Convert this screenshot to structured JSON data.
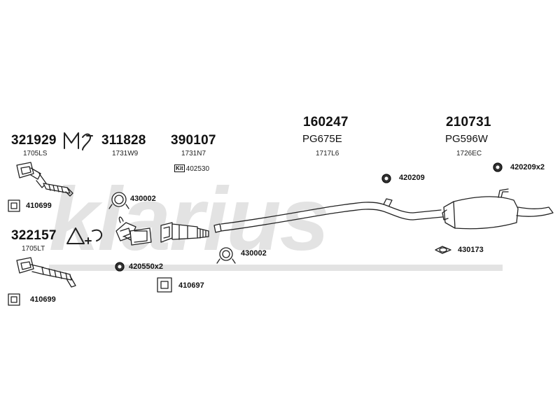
{
  "watermark": "klarius",
  "groups": [
    {
      "part": "321929",
      "code": "1705LS"
    },
    {
      "part": "311828",
      "code": "1731W9"
    },
    {
      "part": "390107",
      "code": "1731N7"
    },
    {
      "part": "160247",
      "code": "1717L6",
      "alt": "PG675E"
    },
    {
      "part": "210731",
      "code": "1726EC",
      "alt": "PG596W"
    },
    {
      "part": "322157",
      "code": "1705LT"
    }
  ],
  "fittings": {
    "kit_label": "Kit",
    "kit_code": "402530",
    "f1": "410699",
    "f2": "430002",
    "f3": "410699",
    "f4": "420550x2",
    "f5": "410697",
    "f6": "430002",
    "f7": "420209",
    "f8": "420209x2",
    "f9": "430173"
  },
  "colors": {
    "line": "#222222",
    "watermark": "#e3e3e3"
  }
}
